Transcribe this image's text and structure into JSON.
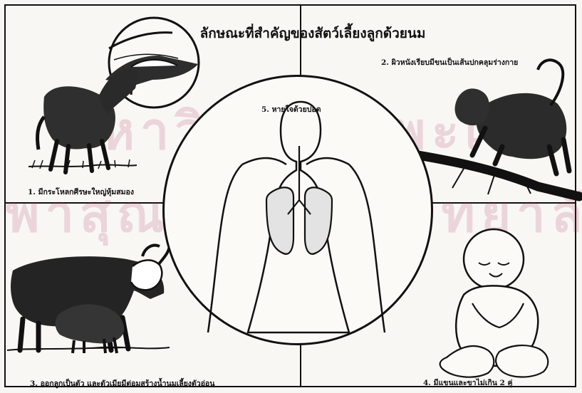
{
  "title": "ลักษณะที่สำคัญของสัตว์เลี้ยงลูกด้วยนม",
  "watermark": {
    "line1": "มหาวิทยาลัยพะเยา",
    "line2": "พาสุณกรณ์มหาวิทยาลัย"
  },
  "captions": {
    "c1": "1. มีกระโหลกศีรษะใหญ่หุ้มสมอง",
    "c2": "2. ผิวหนังเรียบมีขนเป็นเส้นปกคลุมร่างกาย",
    "c3": "3. ออกลูกเป็นตัว และตัวเมียมีต่อมสร้างน้ำนมเลี้ยงตัวอ่อน",
    "c4": "4. มีแขนและขาไม่เกิน 2 คู่",
    "c5": "5. หายใจด้วยปอด"
  }
}
